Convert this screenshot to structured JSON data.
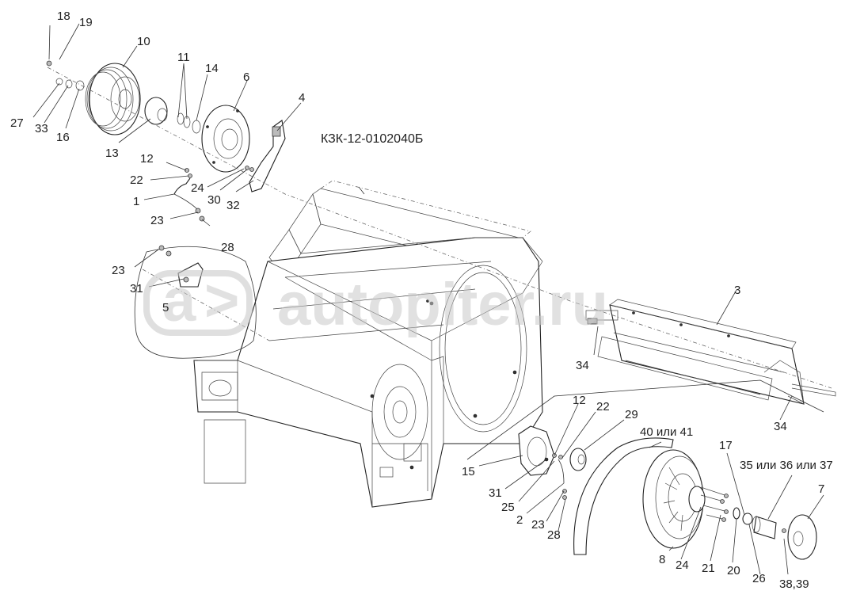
{
  "drawing": {
    "assembly_code": "КЗК-12-0102040Б"
  },
  "watermark": {
    "text": "autopiter.ru"
  },
  "callouts": {
    "c1": "1",
    "c2": "2",
    "c3": "3",
    "c4": "4",
    "c5": "5",
    "c6": "6",
    "c7": "7",
    "c8": "8",
    "c10": "10",
    "c11": "11",
    "c12a": "12",
    "c12b": "12",
    "c13": "13",
    "c14": "14",
    "c15": "15",
    "c16": "16",
    "c17": "17",
    "c18": "18",
    "c19": "19",
    "c20": "20",
    "c21": "21",
    "c22a": "22",
    "c22b": "22",
    "c23a": "23",
    "c23b": "23",
    "c23c": "23",
    "c24a": "24",
    "c24b": "24",
    "c25": "25",
    "c26": "26",
    "c27": "27",
    "c28a": "28",
    "c28b": "28",
    "c29": "29",
    "c30": "30",
    "c31a": "31",
    "c31b": "31",
    "c32": "32",
    "c33": "33",
    "c34a": "34",
    "c34b": "34",
    "c35_37": "35 или 36 или 37",
    "c38_39": "38,39",
    "c40_41": "40 или 41"
  }
}
